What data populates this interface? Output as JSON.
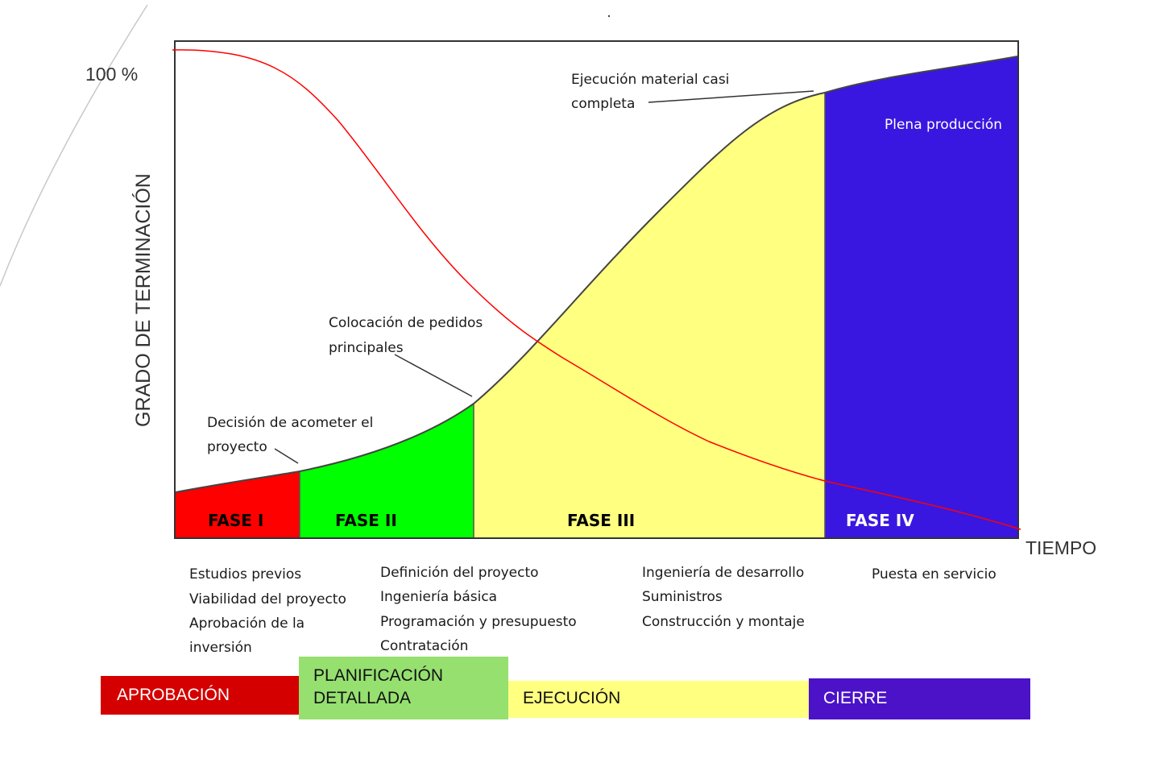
{
  "colors": {
    "phase_1": "#ff0000",
    "phase_2": "#00ff00",
    "phase_3": "#ffff80",
    "phase_4": "#3a17e0",
    "curve_red": "#ff0000",
    "bar_aprobacion": "#d40000",
    "bar_planificacion": "#96e070",
    "bar_ejecucion": "#ffff80",
    "bar_cierre": "#4b12c8"
  },
  "axes": {
    "y_label": "GRADO DE TERMINACIÓN",
    "y_max_label": "100 %",
    "x_label": "TIEMPO"
  },
  "phases": [
    {
      "label": "FASE I"
    },
    {
      "label": "FASE II"
    },
    {
      "label": "FASE III"
    },
    {
      "label": "FASE IV"
    }
  ],
  "annotations": {
    "decision": [
      "Decisión de acometer el",
      "proyecto"
    ],
    "pedidos": [
      "Colocación de pedidos",
      "principales"
    ],
    "ejecucion": [
      "Ejecución material casi",
      "completa"
    ],
    "produccion": "Plena producción"
  },
  "activities": [
    [
      "Estudios previos",
      "Viabilidad del proyecto",
      "Aprobación de la",
      "inversión"
    ],
    [
      "Definición del proyecto",
      "Ingeniería básica",
      "Programación y presupuesto",
      "Contratación"
    ],
    [
      "Ingeniería de desarrollo",
      "Suministros",
      "Construcción y montaje"
    ],
    [
      "Puesta en servicio"
    ]
  ],
  "stage_bars": {
    "aprobacion": [
      "APROBACIÓN"
    ],
    "planificacion": [
      "PLANIFICACIÓN",
      "DETALLADA"
    ],
    "ejecucion": [
      "EJECUCIÓN"
    ],
    "cierre": [
      "CIERRE"
    ]
  }
}
